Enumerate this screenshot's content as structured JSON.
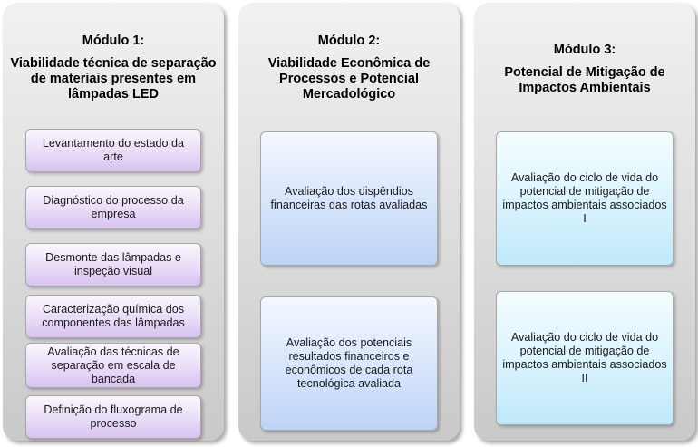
{
  "modules": [
    {
      "title": "Módulo 1:",
      "subtitle": "Viabilidade técnica de separação de materiais presentes em lâmpadas LED",
      "steps": [
        "Levantamento do estado da arte",
        "Diagnóstico do processo da empresa",
        "Desmonte das lâmpadas e inspeção visual",
        "Caracterização química dos componentes das lâmpadas",
        "Avaliação das técnicas de separação em escala de bancada",
        "Definição do fluxograma de processo"
      ]
    },
    {
      "title": "Módulo 2:",
      "subtitle": "Viabilidade Econômica de Processos e Potencial Mercadológico",
      "steps": [
        "Avaliação dos dispêndios financeiras das rotas avaliadas",
        "Avaliação dos potenciais resultados financeiros e econômicos de cada rota tecnológica avaliada"
      ]
    },
    {
      "title": "Módulo 3:",
      "subtitle": "Potencial de Mitigação de Impactos Ambientais",
      "steps": [
        "Avaliação do ciclo de vida do potencial de mitigação de impactos ambientais associados I",
        "Avaliação do ciclo de vida do potencial de mitigação de impactos ambientais associados II"
      ]
    }
  ]
}
